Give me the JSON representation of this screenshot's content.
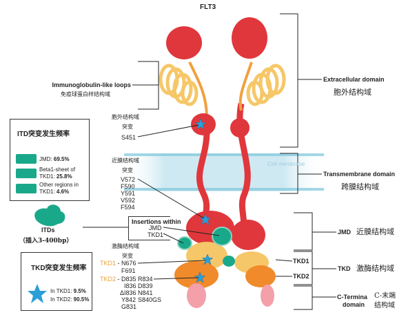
{
  "title": "FLT3",
  "membrane_label": "Cell membrane",
  "domains": {
    "extracellular": {
      "en": "Extracellular domain",
      "cn": "胞外结构域"
    },
    "transmembrane": {
      "en": "Transmembrane domain",
      "cn": "跨膜结构域"
    },
    "jmd": {
      "en": "JMD",
      "cn": "近膜结构域"
    },
    "tkd": {
      "en": "TKD",
      "cn": "激酶结构域",
      "sub1": "TKD1",
      "sub2": "TKD2"
    },
    "cterm": {
      "en1": "C-Termina",
      "en2": "domain",
      "cn1": "C-末端",
      "cn2": "结构域"
    }
  },
  "ig_loops": {
    "en": "Immunoglobulin-like loops",
    "cn": "免疫球蛋白样结构域"
  },
  "extracellular_mut": {
    "l1": "胞外结构域",
    "l2": "突变",
    "items": [
      "S451"
    ]
  },
  "jm_mut": {
    "l1": "近膜结构域",
    "l2": "突变",
    "items": [
      "V572",
      "F590",
      "Y591",
      "V592",
      "F594"
    ]
  },
  "insertions": {
    "title": "Insertions within",
    "items": [
      "JMD",
      "TKD1"
    ]
  },
  "kinase_mut": {
    "l1": "激酶结构域",
    "l2": "突变",
    "tkd1_tag": "TKD1",
    "tkd2_tag": "TKD2",
    "tkd1_items": [
      "N676",
      "F691"
    ],
    "tkd2_col1": [
      "D835",
      "I836",
      "ΔI836",
      "Y842",
      "G831"
    ],
    "tkd2_col2": [
      "R834",
      "D839",
      "N841",
      "S840GS"
    ]
  },
  "itd_box": {
    "title": "ITD突变发生频率",
    "rows": [
      {
        "label": "JMD: ",
        "value": "69.5%"
      },
      {
        "label": "Beta1-sheet of TKD1: ",
        "value": "25.8%"
      },
      {
        "label": "Other regions in TKD1: ",
        "value": "4.6%"
      }
    ]
  },
  "itds": {
    "label": "ITDs",
    "sub": "（插入3-400bp）"
  },
  "tkd_box": {
    "title": "TKD突变发生频率",
    "rows": [
      {
        "label": "In TKD1: ",
        "value": "9.5%"
      },
      {
        "label": "In TKD2: ",
        "value": "90.5%"
      }
    ]
  },
  "colors": {
    "red": "#e0373c",
    "yellow": "#f6c768",
    "orange": "#f08a2a",
    "pink": "#f3a0aa",
    "teal": "#1aa88a",
    "star": "#2a9fd8",
    "tag": "#e8a23a",
    "membrane": "#7ec6dc"
  }
}
